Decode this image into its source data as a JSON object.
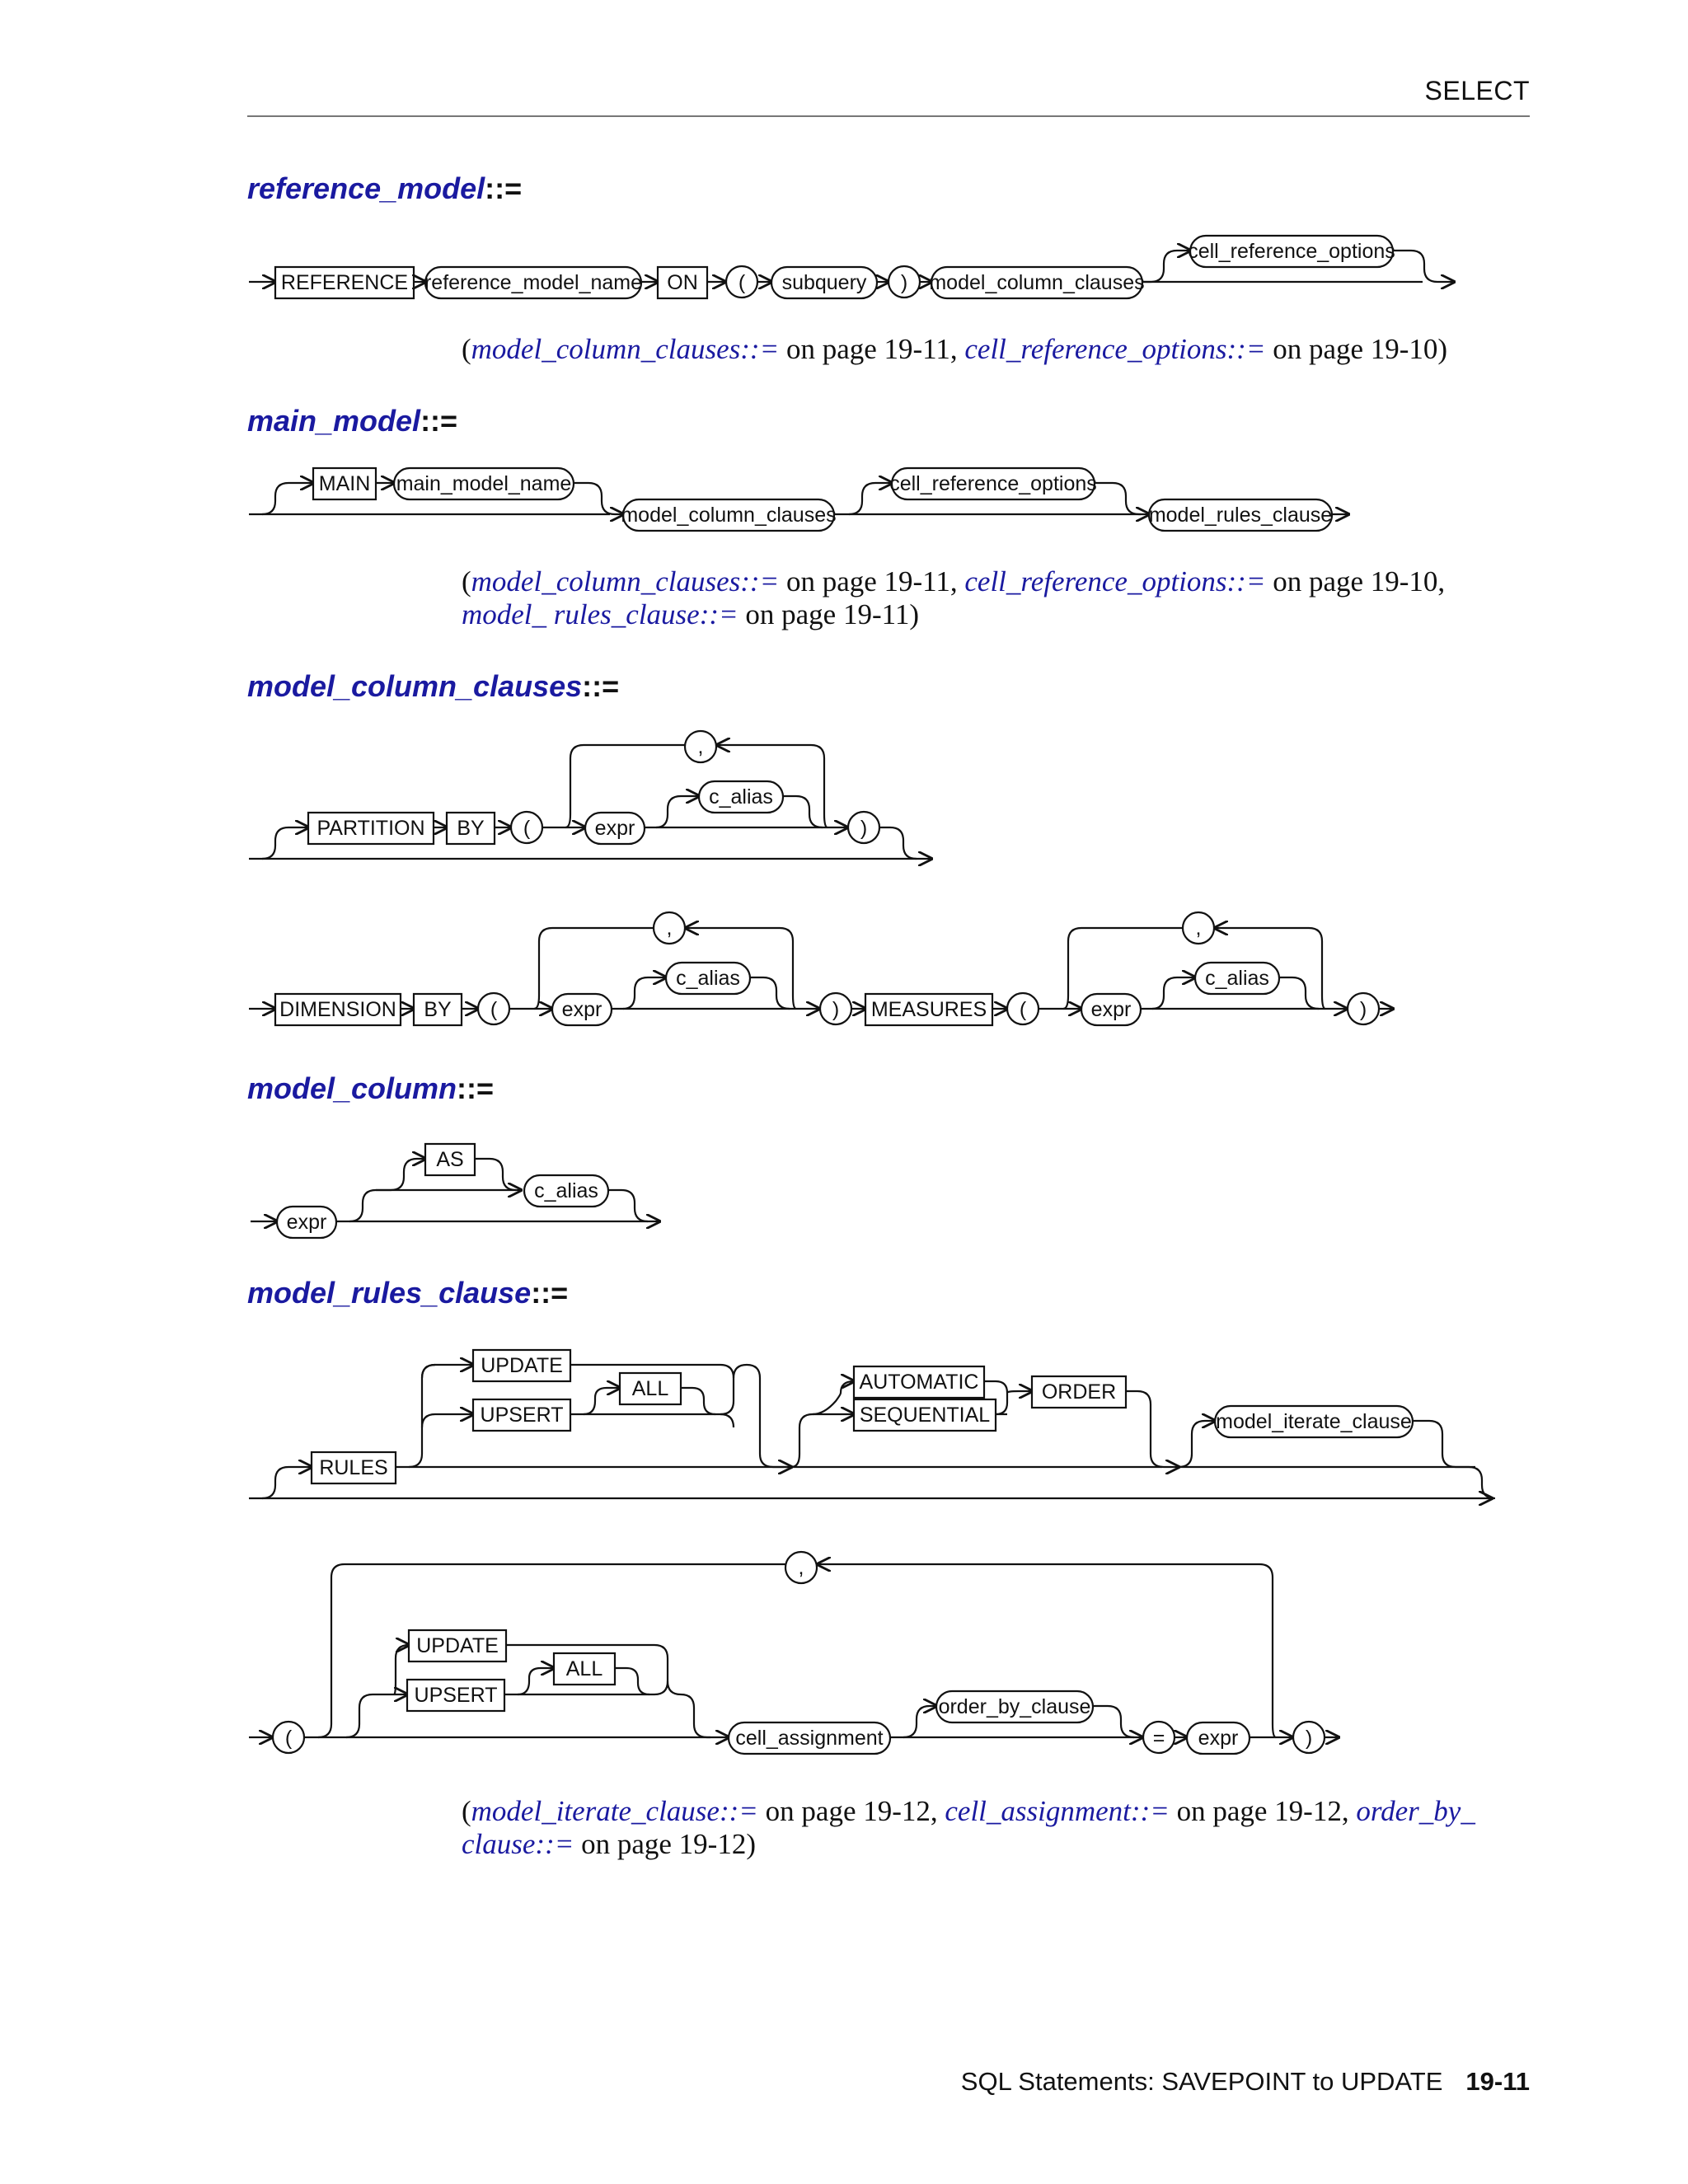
{
  "header": {
    "running_head": "SELECT"
  },
  "footer": {
    "book_title": "SQL Statements: SAVEPOINT to UPDATE",
    "page_number": "19-11"
  },
  "sections": {
    "reference_model": {
      "name": "reference_model",
      "op": "::=",
      "tokens": {
        "t1": "REFERENCE",
        "t2": "reference_model_name",
        "t3": "ON",
        "t4": "(",
        "t5": "subquery",
        "t6": ")",
        "t7": "model_column_clauses",
        "t8": "cell_reference_options"
      },
      "xref": {
        "open": "(",
        "link1": "model_column_clauses::=",
        "text1": " on page 19-11, ",
        "link2": "cell_reference_options::=",
        "text2": " on page 19-10)"
      }
    },
    "main_model": {
      "name": "main_model",
      "op": "::=",
      "tokens": {
        "t1": "MAIN",
        "t2": "main_model_name",
        "t3": "model_column_clauses",
        "t4": "cell_reference_options",
        "t5": "model_rules_clause"
      },
      "xref": {
        "open": "(",
        "link1": "model_column_clauses::=",
        "text1": " on page 19-11, ",
        "link2": "cell_reference_options::=",
        "text2": " on page 19-10, ",
        "link3": "model_ rules_clause::=",
        "text3": " on page 19-11)"
      }
    },
    "model_column_clauses": {
      "name": "model_column_clauses",
      "op": "::=",
      "tokens": {
        "t1": "PARTITION",
        "t2": "BY",
        "t3": "(",
        "t4": "expr",
        "t5": "c_alias",
        "t6": ",",
        "t7": ")",
        "t8": "DIMENSION",
        "t9": "BY",
        "t10": "(",
        "t11": "expr",
        "t12": "c_alias",
        "t13": ",",
        "t14": ")",
        "t15": "MEASURES",
        "t16": "(",
        "t17": "expr",
        "t18": "c_alias",
        "t19": ",",
        "t20": ")"
      }
    },
    "model_column": {
      "name": "model_column",
      "op": "::=",
      "tokens": {
        "t1": "expr",
        "t2": "AS",
        "t3": "c_alias"
      }
    },
    "model_rules_clause": {
      "name": "model_rules_clause",
      "op": "::=",
      "tokens": {
        "t1": "RULES",
        "t2": "UPDATE",
        "t3": "UPSERT",
        "t4": "ALL",
        "t5": "AUTOMATIC",
        "t6": "SEQUENTIAL",
        "t7": "ORDER",
        "t8": "model_iterate_clause",
        "t9": "(",
        "t10": ",",
        "t11": "UPDATE",
        "t12": "UPSERT",
        "t13": "ALL",
        "t14": "cell_assignment",
        "t15": "order_by_clause",
        "t16": "=",
        "t17": "expr",
        "t18": ")"
      },
      "xref": {
        "open": "(",
        "link1": "model_iterate_clause::=",
        "text1": " on page 19-12, ",
        "link2": "cell_assignment::=",
        "text2": " on page 19-12, ",
        "link3": "order_by_ clause::=",
        "text3": " on page 19-12)"
      }
    }
  }
}
